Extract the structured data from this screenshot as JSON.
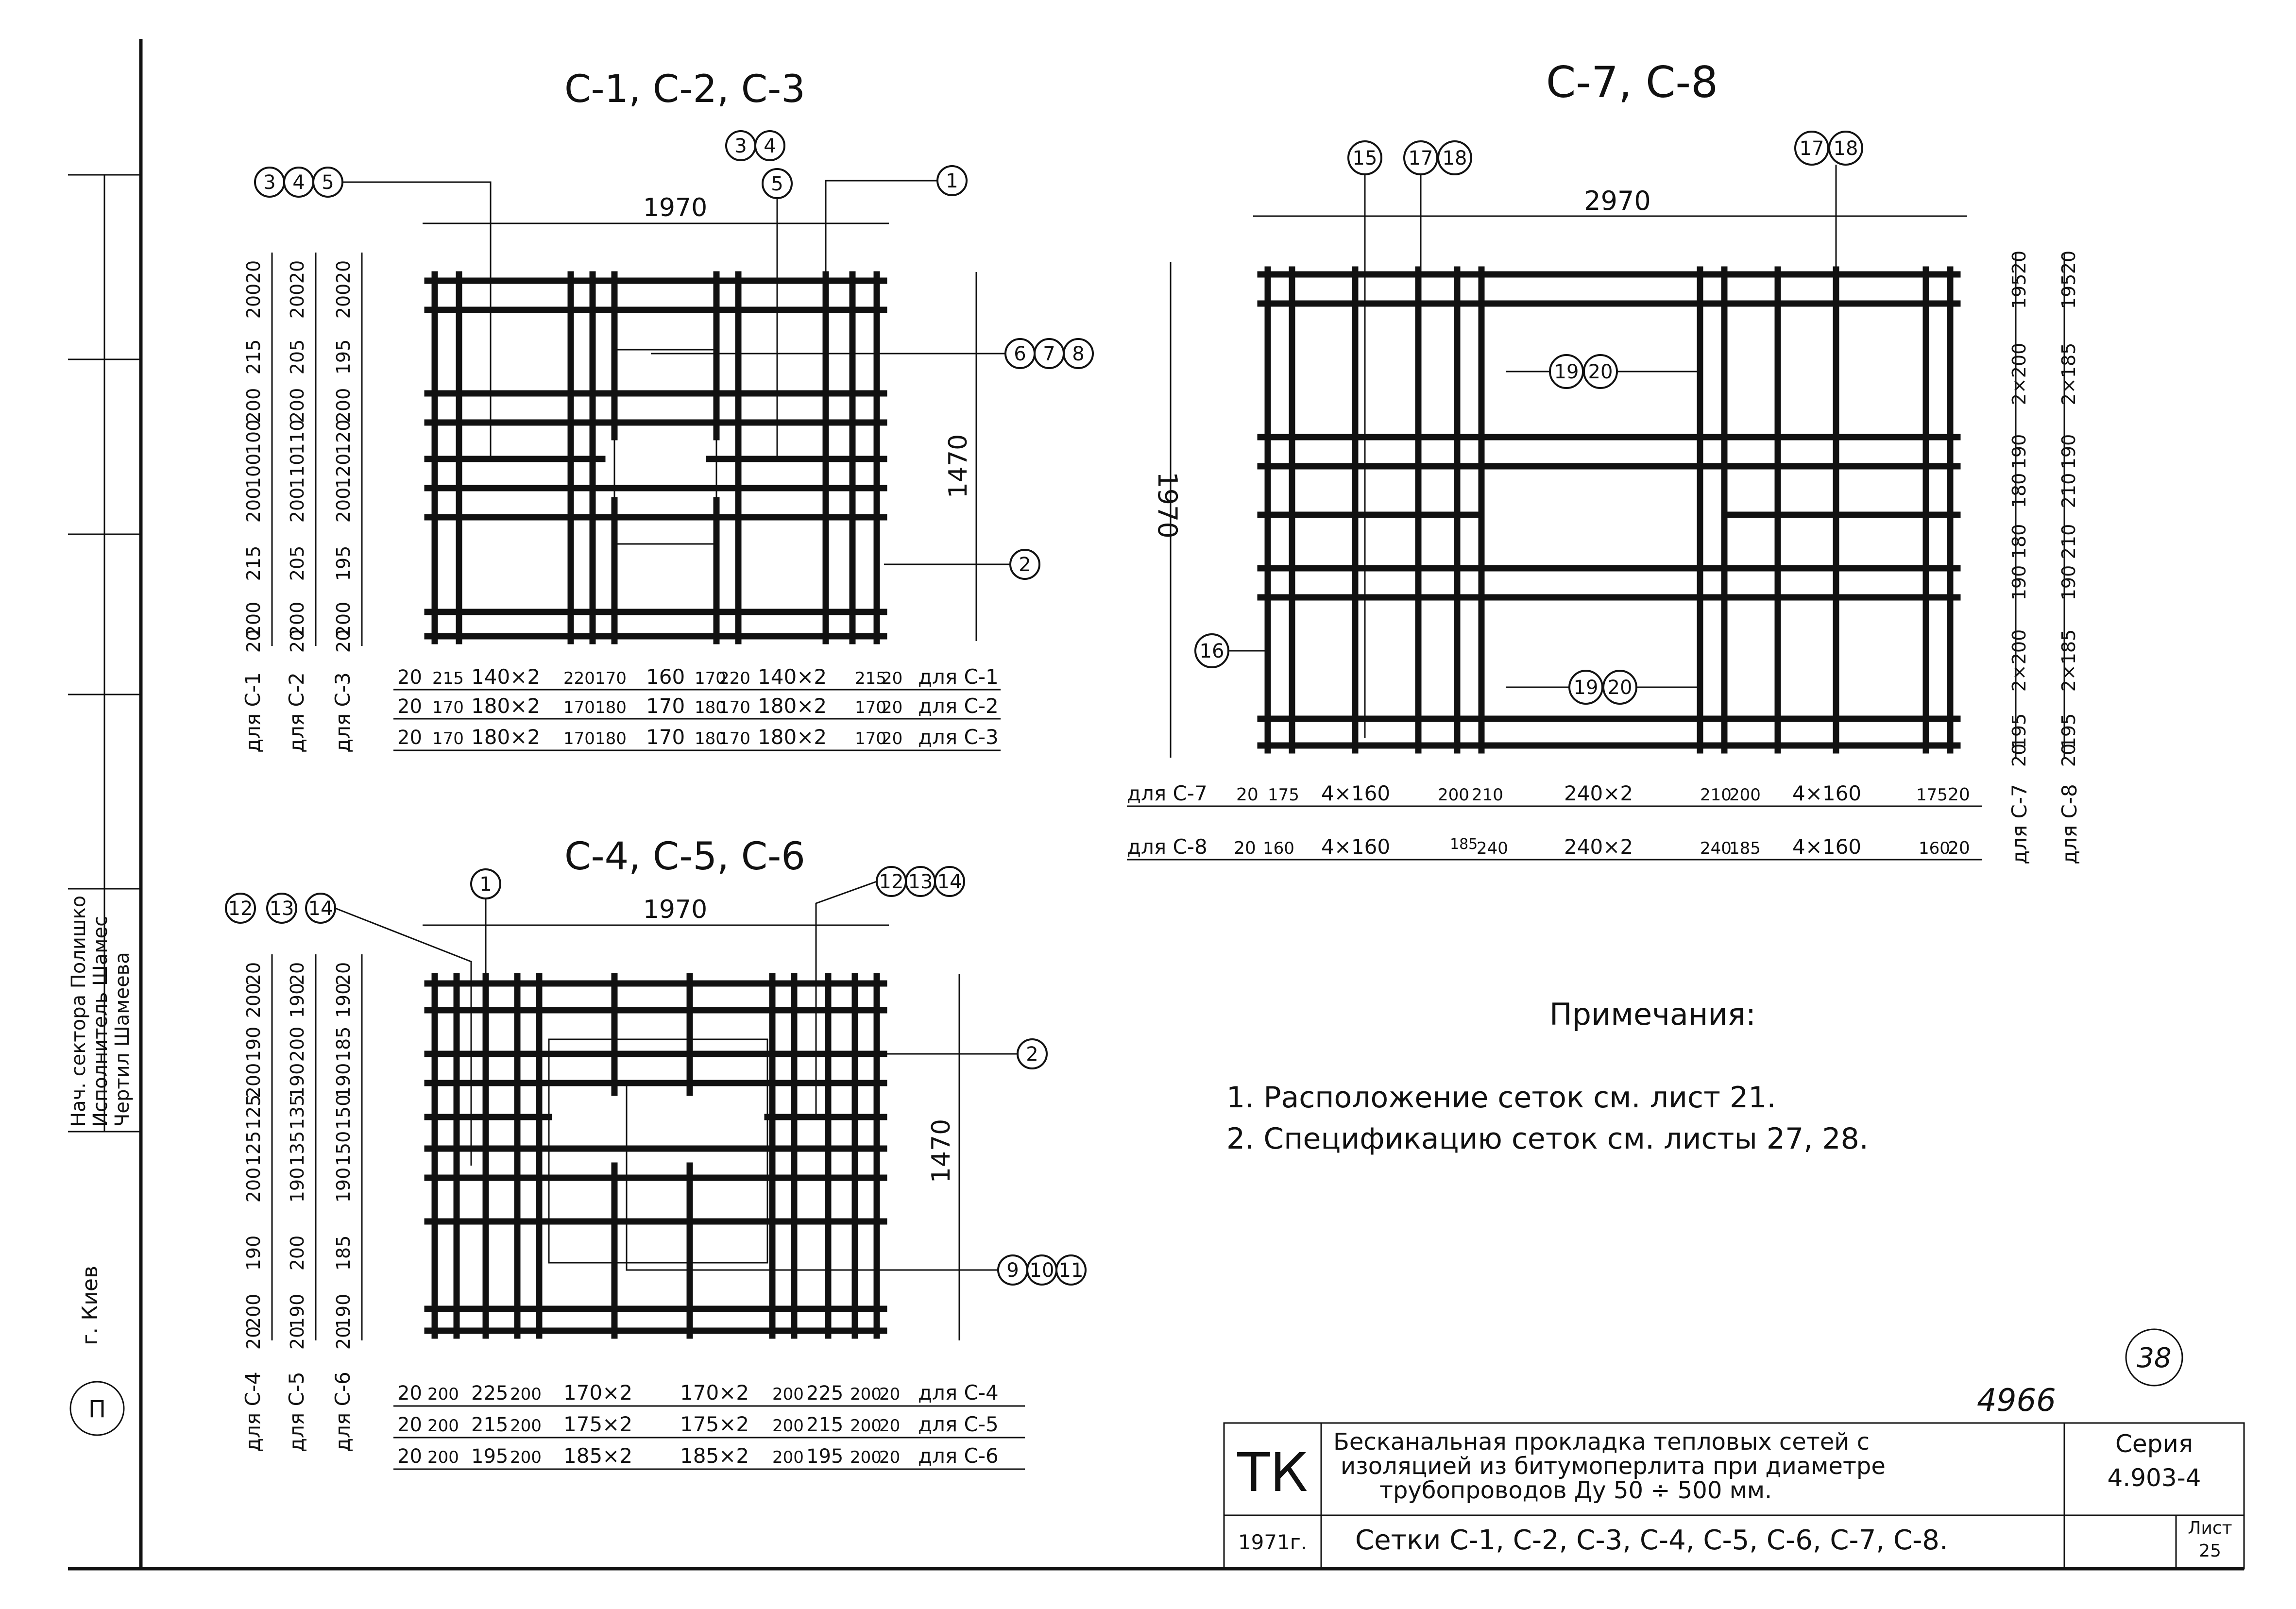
{
  "titles": {
    "c1c2c3": "С-1, С-2, С-3",
    "c4c5c6": "С-4, С-5, С-6",
    "c7c8": "С-7, С-8"
  },
  "mesh_a": {
    "overall_width": "1970",
    "overall_height": "1470",
    "callouts": {
      "top_left": [
        "3",
        "4",
        "5"
      ],
      "top_mid_a": [
        "3",
        "4"
      ],
      "top_mid_b": [
        "5"
      ],
      "top_right": [
        "1"
      ],
      "right_upper": [
        "6",
        "7",
        "8"
      ],
      "right_lower": [
        "2"
      ]
    },
    "left_column_labels": [
      "для С-1",
      "для С-2",
      "для С-3"
    ],
    "left_dims_c1": [
      "20",
      "200",
      "215",
      "200",
      "100",
      "100",
      "200",
      "215",
      "200",
      "20"
    ],
    "left_dims_c2": [
      "20",
      "200",
      "205",
      "200",
      "110",
      "110",
      "200",
      "205",
      "200",
      "20"
    ],
    "left_dims_c3": [
      "20",
      "200",
      "195",
      "200",
      "120",
      "120",
      "200",
      "195",
      "200",
      "20"
    ],
    "bottom_rows": [
      {
        "cells": [
          "20",
          "215",
          "140×2",
          "220",
          "170",
          "160",
          "170",
          "220",
          "140×2",
          "215",
          "20"
        ],
        "label": "для С-1"
      },
      {
        "cells": [
          "20",
          "170",
          "180×2",
          "170",
          "180",
          "170",
          "180",
          "170",
          "180×2",
          "170",
          "20"
        ],
        "label": "для С-2"
      },
      {
        "cells": [
          "20",
          "170",
          "180×2",
          "170",
          "180",
          "170",
          "180",
          "170",
          "180×2",
          "170",
          "20"
        ],
        "label": "для С-3"
      }
    ]
  },
  "mesh_b": {
    "overall_width": "1970",
    "overall_height": "1470",
    "callouts": {
      "top_left": [
        "12",
        "13",
        "14"
      ],
      "top_mid": [
        "1"
      ],
      "top_right": [
        "12",
        "13",
        "14"
      ],
      "right_upper": [
        "2"
      ],
      "right_lower": [
        "9",
        "10",
        "11"
      ]
    },
    "left_column_labels": [
      "для С-4",
      "для С-5",
      "для С-6"
    ],
    "left_dims_c4": [
      "20",
      "200",
      "190",
      "200",
      "125",
      "125",
      "200",
      "190",
      "200",
      "20"
    ],
    "left_dims_c5": [
      "20",
      "190",
      "200",
      "190",
      "135",
      "135",
      "190",
      "200",
      "190",
      "20"
    ],
    "left_dims_c6": [
      "20",
      "190",
      "185",
      "190",
      "150",
      "150",
      "190",
      "185",
      "190",
      "20"
    ],
    "bottom_rows": [
      {
        "cells": [
          "20",
          "200",
          "225",
          "200",
          "170×2",
          "170×2",
          "200",
          "225",
          "200",
          "20"
        ],
        "label": "для С-4"
      },
      {
        "cells": [
          "20",
          "200",
          "215",
          "200",
          "175×2",
          "175×2",
          "200",
          "215",
          "200",
          "20"
        ],
        "label": "для С-5"
      },
      {
        "cells": [
          "20",
          "200",
          "195",
          "200",
          "185×2",
          "185×2",
          "200",
          "195",
          "200",
          "20"
        ],
        "label": "для С-6"
      }
    ]
  },
  "mesh_c": {
    "overall_width": "2970",
    "overall_height": "1970",
    "callouts": {
      "top_a": [
        "15"
      ],
      "top_b": [
        "17",
        "18"
      ],
      "top_c": [
        "17",
        "18"
      ],
      "inner_upper": [
        "19",
        "20"
      ],
      "inner_lower": [
        "19",
        "20"
      ],
      "left": [
        "16"
      ]
    },
    "right_column_labels": [
      "для С-7",
      "для С-8"
    ],
    "right_dims_c7": [
      "20",
      "195",
      "2×200",
      "190",
      "180",
      "180",
      "190",
      "2×200",
      "195",
      "20"
    ],
    "right_dims_c8": [
      "20",
      "195",
      "2×185",
      "190",
      "210",
      "210",
      "190",
      "2×185",
      "195",
      "20"
    ],
    "bottom_rows": [
      {
        "label": "для С-7",
        "cells": [
          "20",
          "175",
          "4×160",
          "200",
          "210",
          "240×2",
          "210",
          "200",
          "4×160",
          "175",
          "20"
        ]
      },
      {
        "label": "для С-8",
        "cells": [
          "20",
          "160",
          "4×160",
          "185",
          "240",
          "240×2",
          "240",
          "185",
          "4×160",
          "160",
          "20"
        ]
      }
    ]
  },
  "notes": {
    "heading": "Примечания:",
    "items": [
      "1. Расположение сеток см. лист 21.",
      "2. Спецификацию сеток см. листы 27, 28."
    ]
  },
  "title_block": {
    "stamp": "ТК",
    "description_lines": [
      "Бесканальная прокладка тепловых сетей с",
      "изоляцией из битумоперлита при диаметре",
      "трубопроводов  Ду  50 ÷ 500 мм."
    ],
    "series_label": "Серия",
    "series_value": "4.903-4",
    "year": "1971г.",
    "sheet_title": "Сетки С-1, С-2, С-3, С-4, С-5, С-6, С-7, С-8.",
    "sheet_label": "Лист",
    "sheet_value": "25",
    "drawing_number": "4966",
    "page_circle": "38"
  },
  "left_margin_stamp": {
    "city": "г. Киев",
    "rows": [
      "Нач. сектора  Полишко",
      "Исполнитель  Шамес",
      "Чертил  Шамеева"
    ]
  }
}
